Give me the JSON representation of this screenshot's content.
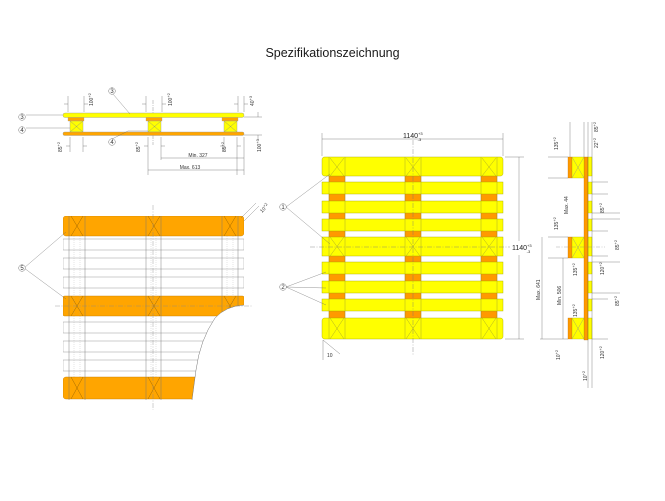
{
  "title": "Spezifikationszeichnung",
  "colors": {
    "deck_yellow": "#ffff00",
    "block_orange": "#ffa500",
    "stringer_orange": "#ff9900",
    "line": "#555555",
    "background": "#ffffff"
  },
  "side_view": {
    "callouts": [
      "3",
      "3",
      "4",
      "4"
    ],
    "dims_top": [
      {
        "value": "100",
        "tol_up": "+2",
        "tol_down": "-0"
      },
      {
        "value": "100",
        "tol_up": "+2",
        "tol_down": "-0"
      },
      {
        "value": "40",
        "tol_up": "+3",
        "tol_down": "-3"
      }
    ],
    "dims_bottom": [
      {
        "value": "85",
        "tol_up": "+2",
        "tol_down": "-0"
      },
      {
        "value": "85",
        "tol_up": "+2",
        "tol_down": "-0"
      },
      {
        "value": "85",
        "tol_up": "+2",
        "tol_down": "-0"
      },
      {
        "value": "100",
        "tol_up": "+3",
        "tol_down": "-0"
      }
    ],
    "min_label": "Min. 327",
    "max_label": "Max. 613"
  },
  "bottom_view": {
    "callout": "5",
    "corner_dim": {
      "value": "10",
      "tol_up": "+2",
      "tol_down": "-0"
    }
  },
  "top_view": {
    "callouts": [
      "1",
      "2"
    ],
    "width_dim": {
      "value": "1140",
      "tol_up": "+3",
      "tol_down": "-3"
    },
    "height_dim": {
      "value": "1140",
      "tol_up": "+3",
      "tol_down": "-3"
    },
    "chamfer_dim": "10"
  },
  "section_view": {
    "dims_left": [
      {
        "value": "135",
        "tol_up": "+2",
        "tol_down": "-0"
      },
      {
        "value": "135",
        "tol_up": "+2",
        "tol_down": "-0"
      },
      {
        "value": "135",
        "tol_up": "+2",
        "tol_down": "-0"
      },
      {
        "value": "135",
        "tol_up": "+2",
        "tol_down": "-0"
      },
      {
        "value": "10",
        "tol_up": "+2",
        "tol_down": "-0"
      }
    ],
    "dims_right": [
      {
        "value": "85",
        "tol_up": "+2",
        "tol_down": "-0"
      },
      {
        "value": "22",
        "tol_up": "+2",
        "tol_down": "-0"
      },
      {
        "value": "85",
        "tol_up": "+2",
        "tol_down": "-0"
      },
      {
        "value": "85",
        "tol_up": "+2",
        "tol_down": "-0"
      },
      {
        "value": "120",
        "tol_up": "+2",
        "tol_down": "-0"
      },
      {
        "value": "85",
        "tol_up": "+2",
        "tol_down": "-0"
      },
      {
        "value": "120",
        "tol_up": "+2",
        "tol_down": "-0"
      },
      {
        "value": "10",
        "tol_up": "+2",
        "tol_down": "-0"
      }
    ],
    "max_gap_label": "Max. 44",
    "max_label": "Max. 641",
    "min_label": "Min. 506"
  }
}
